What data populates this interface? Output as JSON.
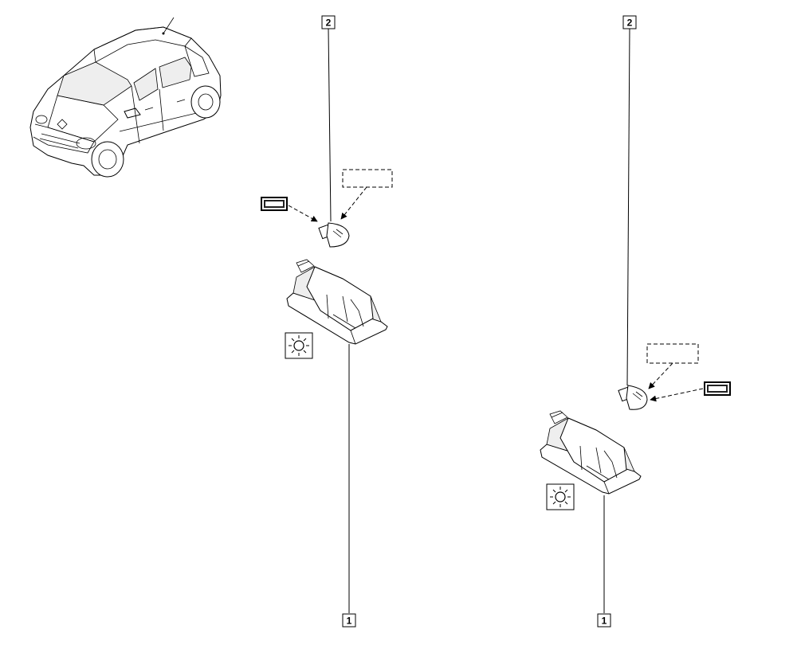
{
  "diagram": {
    "callouts": {
      "left_top": "2",
      "left_bottom": "1",
      "right_top": "2",
      "right_bottom": "1"
    },
    "icons": {
      "vehicle": "car-overview-icon",
      "lamp_symbol": "light-bulb-symbol-icon",
      "bulb": "bulb-icon",
      "lamp_unit": "lamp-housing-icon"
    }
  }
}
